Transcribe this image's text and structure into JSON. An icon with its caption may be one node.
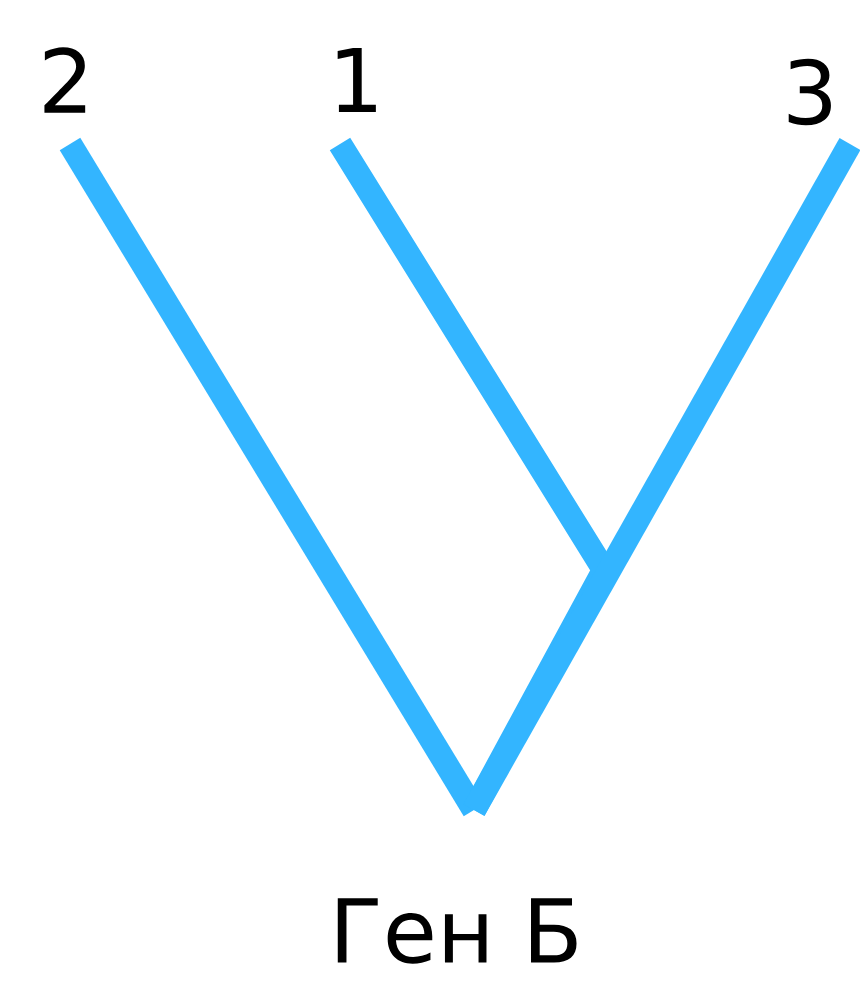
{
  "diagram": {
    "nodes": [
      {
        "text": [
          "2"
        ]
      },
      {
        "text": [
          "1"
        ]
      },
      {
        "text": [
          "3"
        ]
      },
      {
        "text": [
          "Ген Б"
        ]
      }
    ],
    "edges": [
      {
        "from": 0,
        "to": 3,
        "arrow": "none"
      },
      {
        "from": 1,
        "to": 3,
        "arrow": "none"
      },
      {
        "from": 2,
        "to": 3,
        "arrow": "none"
      }
    ]
  }
}
